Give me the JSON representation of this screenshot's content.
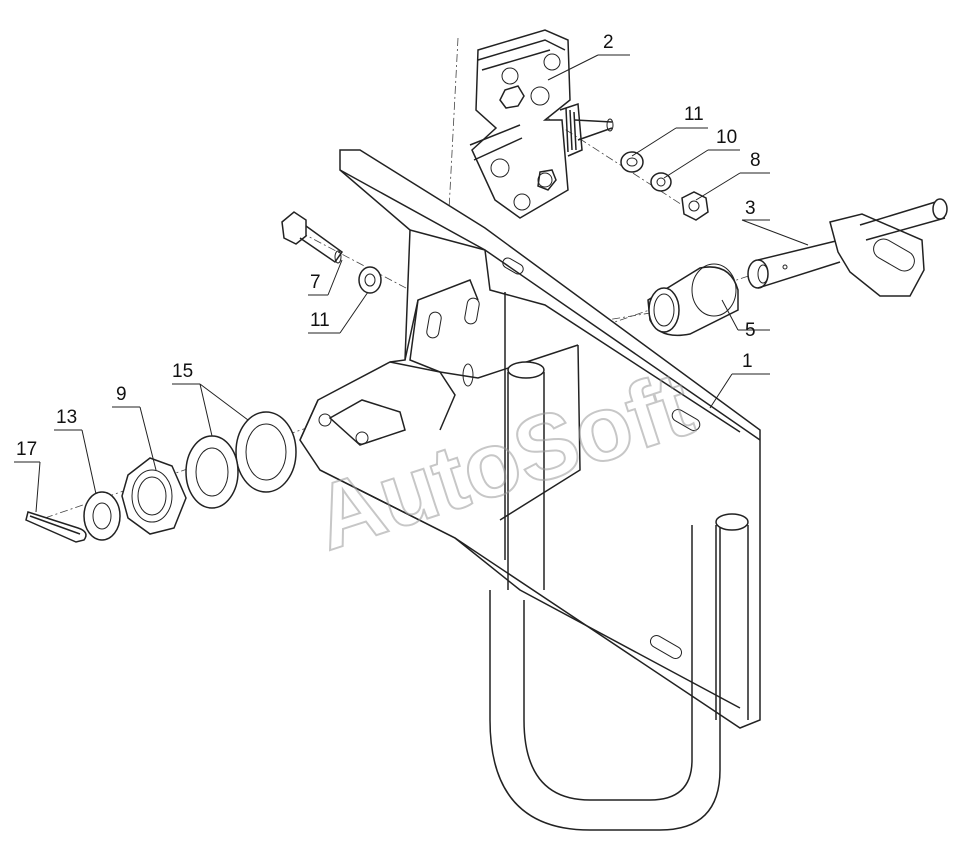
{
  "callouts": [
    {
      "id": "c1",
      "label": "1"
    },
    {
      "id": "c2",
      "label": "2"
    },
    {
      "id": "c3",
      "label": "3"
    },
    {
      "id": "c5",
      "label": "5"
    },
    {
      "id": "c7",
      "label": "7"
    },
    {
      "id": "c8",
      "label": "8"
    },
    {
      "id": "c9",
      "label": "9"
    },
    {
      "id": "c10",
      "label": "10"
    },
    {
      "id": "c11a",
      "label": "11"
    },
    {
      "id": "c11b",
      "label": "11"
    },
    {
      "id": "c13",
      "label": "13"
    },
    {
      "id": "c15",
      "label": "15"
    },
    {
      "id": "c17",
      "label": "17"
    }
  ],
  "watermark": "AutoSoft"
}
